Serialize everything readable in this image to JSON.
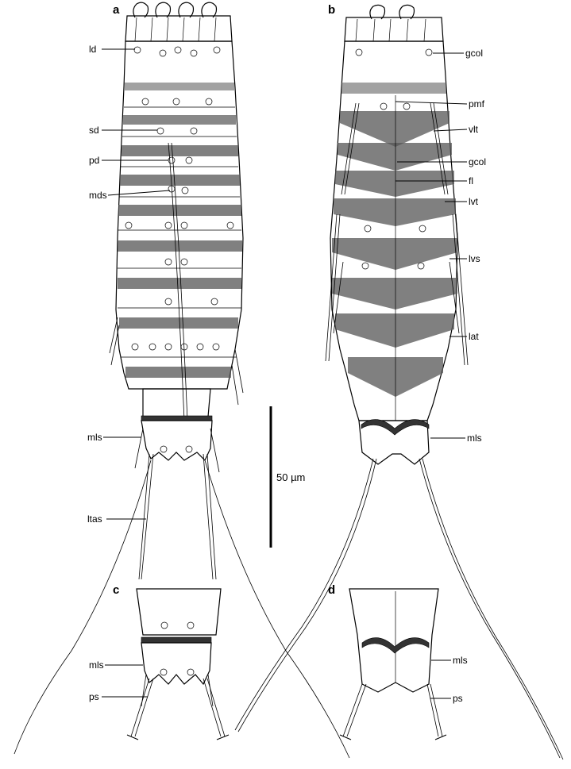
{
  "panels": {
    "a": "a",
    "b": "b",
    "c": "c",
    "d": "d"
  },
  "labels_a": {
    "ld": "ld",
    "sd": "sd",
    "pd": "pd",
    "mds": "mds",
    "mls": "mls",
    "ltas": "ltas"
  },
  "labels_b": {
    "gcol_top": "gcol",
    "pmf": "pmf",
    "vlt": "vlt",
    "gcol_mid": "gcol",
    "fl": "fl",
    "lvt": "lvt",
    "lvs": "lvs",
    "lat": "lat",
    "mls": "mls"
  },
  "labels_c": {
    "mls": "mls",
    "ps": "ps"
  },
  "labels_d": {
    "mls": "mls",
    "ps": "ps"
  },
  "scale_bar": {
    "label": "50 µm"
  }
}
